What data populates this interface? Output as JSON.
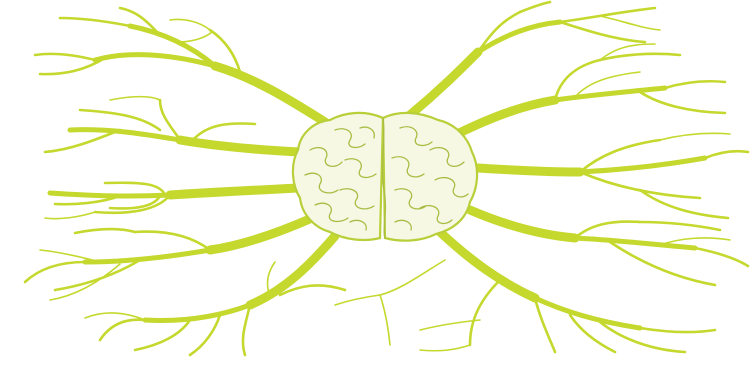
{
  "diagram": {
    "type": "mind-map",
    "center": {
      "icon": "brain-icon"
    },
    "branch_groups": [
      {
        "side": "left",
        "position": "upper"
      },
      {
        "side": "left",
        "position": "upper-middle"
      },
      {
        "side": "left",
        "position": "middle"
      },
      {
        "side": "left",
        "position": "lower-middle"
      },
      {
        "side": "left",
        "position": "lower"
      },
      {
        "side": "right",
        "position": "upper"
      },
      {
        "side": "right",
        "position": "upper-middle"
      },
      {
        "side": "right",
        "position": "middle"
      },
      {
        "side": "right",
        "position": "lower-middle"
      },
      {
        "side": "right",
        "position": "lower"
      }
    ],
    "colors": {
      "branch": "#c4d82e",
      "brain_fill": "#f6f8e4",
      "brain_outline": "#b9cf3a",
      "brain_gyri": "#a8bd44",
      "background": "#ffffff"
    }
  }
}
